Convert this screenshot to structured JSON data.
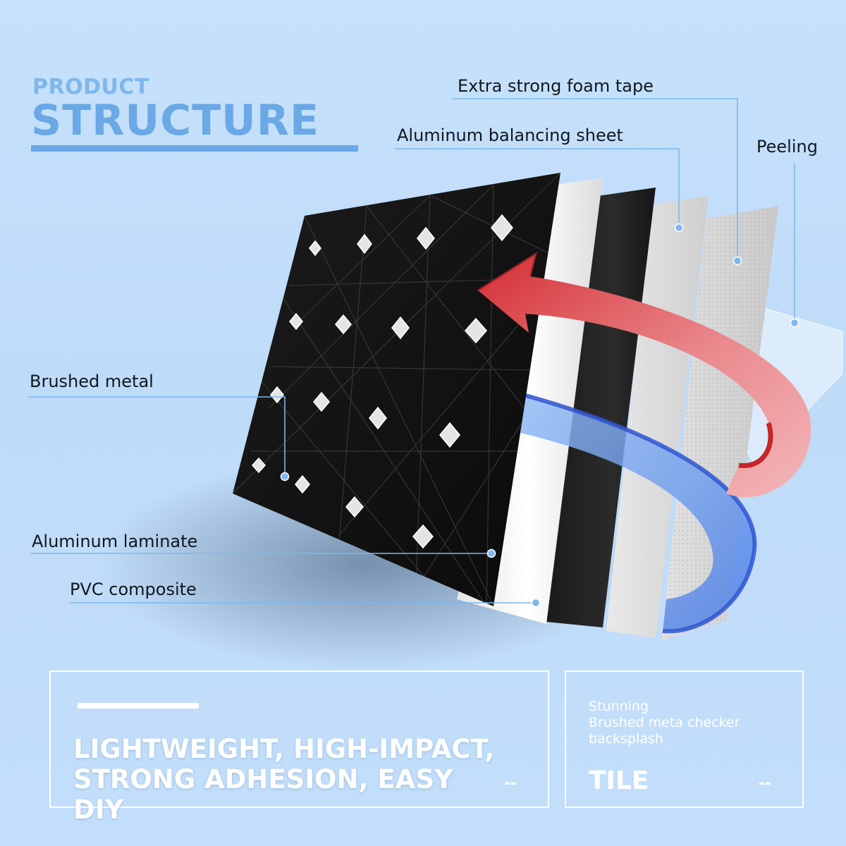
{
  "header": {
    "kicker": "PRODUCT",
    "title": "STRUCTURE"
  },
  "layers": {
    "foam_tape": "Extra strong foam tape",
    "balancing_sheet": "Aluminum balancing sheet",
    "peeling": "Peeling",
    "brushed_metal": "Brushed metal",
    "aluminum_laminate": "Aluminum laminate",
    "pvc_composite": "PVC composite"
  },
  "panels": {
    "left": {
      "headline_line1": "LIGHTWEIGHT, HIGH-IMPACT,",
      "headline_line2": "STRONG ADHESION, EASY DIY",
      "dash": "--"
    },
    "right": {
      "desc_line1": "Stunning",
      "desc_line2": "Brushed meta checker",
      "desc_line3": "backsplash",
      "title": "TILE",
      "dash": "--"
    }
  },
  "colors": {
    "background": "#c4dffa",
    "heading": "#6aa8e6",
    "leader_line": "#7db8ee",
    "red_arrow": "#d9373b",
    "blue_arrow": "#3a63d6"
  }
}
